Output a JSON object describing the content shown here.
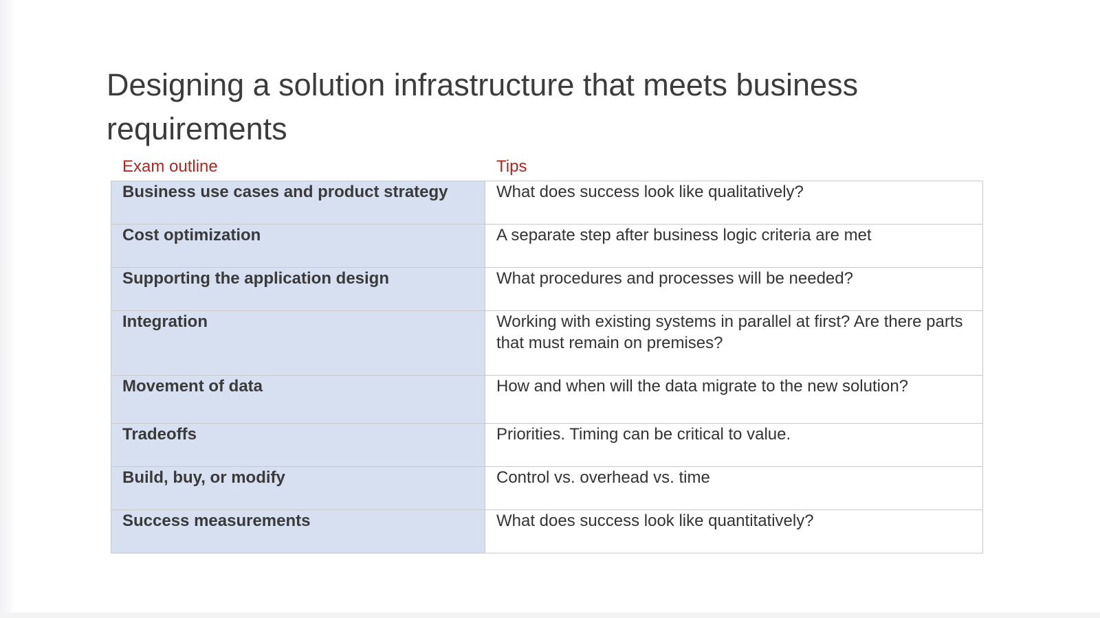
{
  "slide": {
    "title": "Designing a solution infrastructure that meets business requirements",
    "columns": {
      "outline": "Exam outline",
      "tips": "Tips"
    },
    "rows": [
      {
        "outline": "Business use cases and product strategy",
        "tip": "What does success look like qualitatively?"
      },
      {
        "outline": "Cost optimization",
        "tip": "A separate step after business logic criteria are met"
      },
      {
        "outline": "Supporting the application design",
        "tip": "What procedures and processes will be needed?"
      },
      {
        "outline": "Integration",
        "tip": "Working with existing systems in parallel at first? Are there parts that must remain on premises?"
      },
      {
        "outline": "Movement of data",
        "tip": "How and when will the data migrate to the new solution?"
      },
      {
        "outline": "Tradeoffs",
        "tip": "Priorities. Timing can be critical to value."
      },
      {
        "outline": "Build, buy, or modify",
        "tip": "Control vs. overhead vs. time"
      },
      {
        "outline": "Success measurements",
        "tip": "What does success look like quantitatively?"
      }
    ]
  },
  "colors": {
    "heading_accent": "#b3261e",
    "outline_cell_bg": "#d6e0f0",
    "border": "#c9c9c9"
  }
}
